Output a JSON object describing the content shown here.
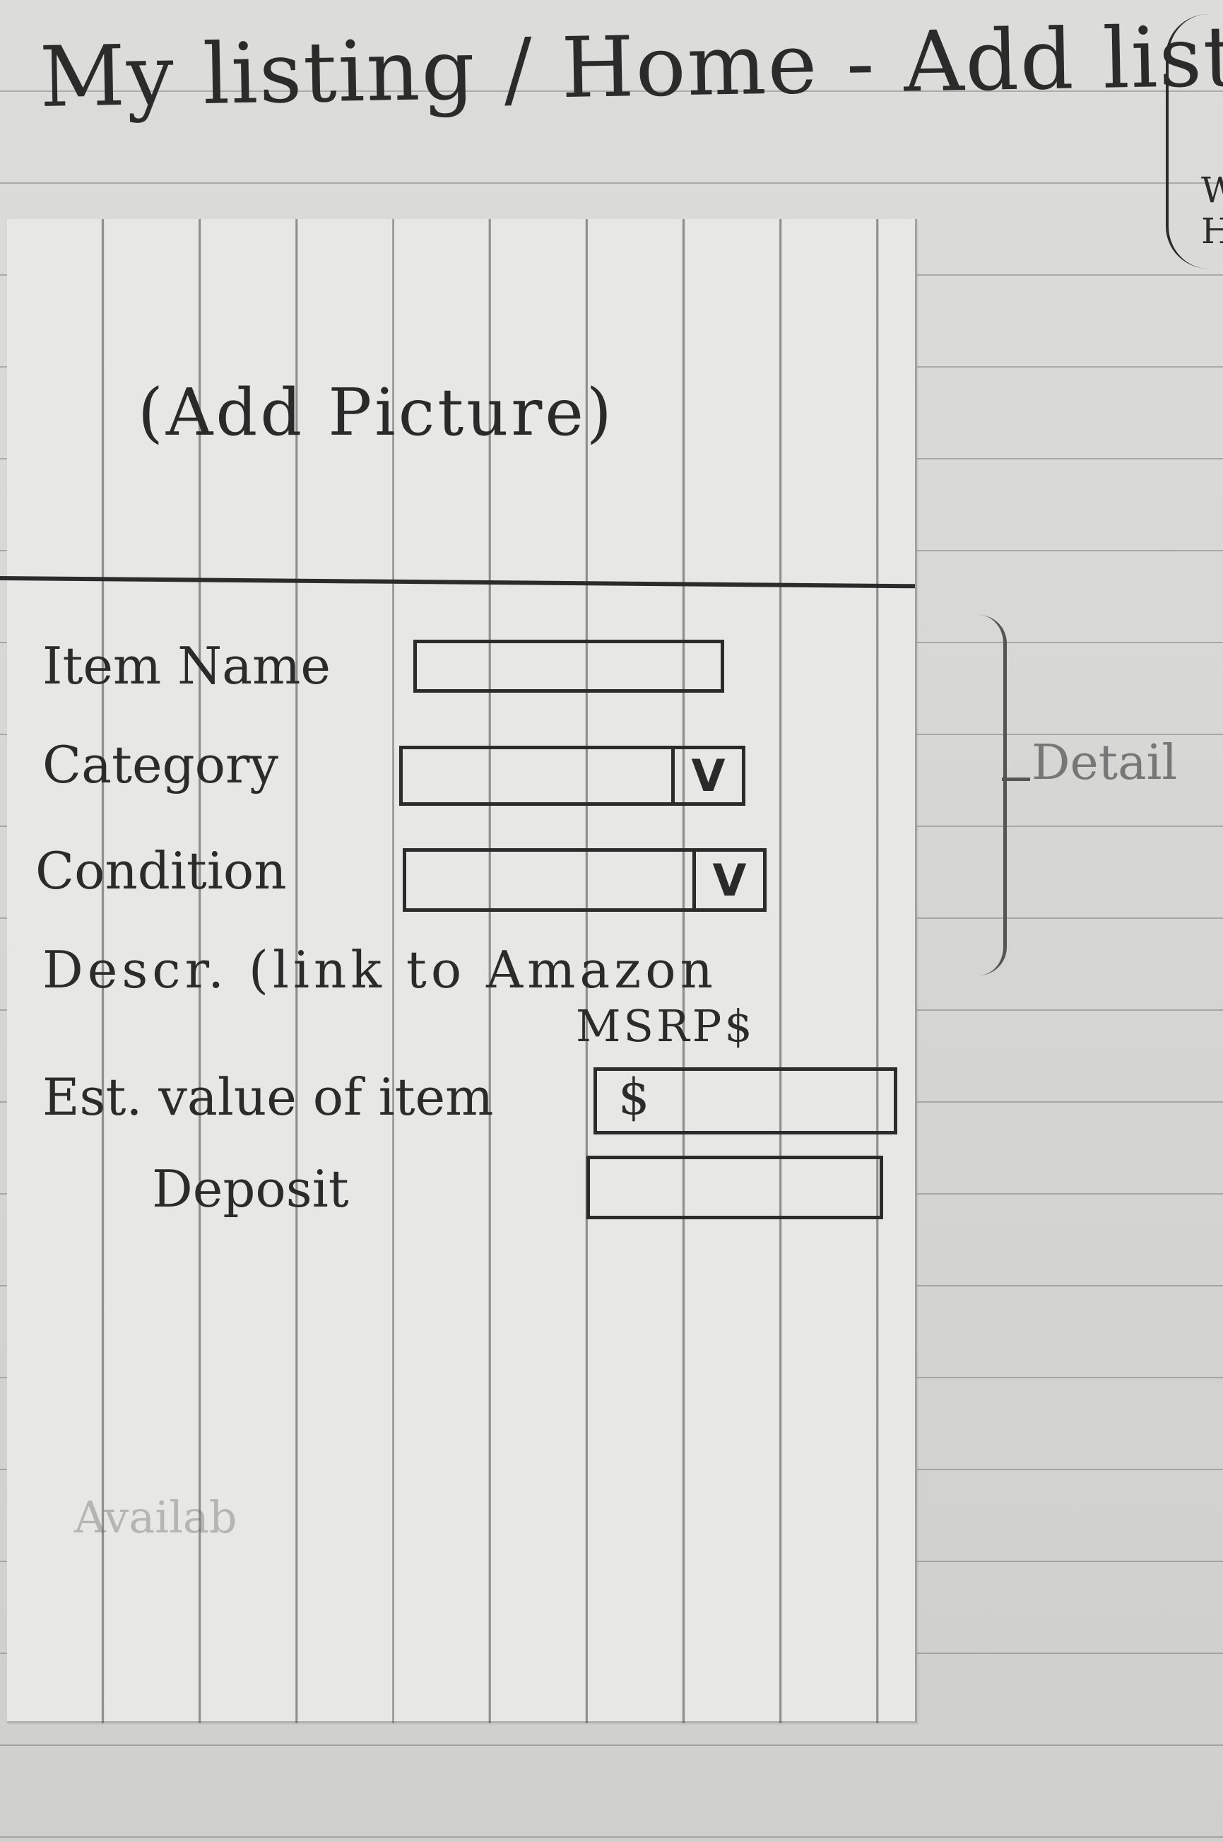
{
  "header": {
    "title": "My listing / Home - Add listing"
  },
  "side_note": {
    "text": "W\nH"
  },
  "form": {
    "add_picture_label": "(Add Picture)",
    "fields": {
      "item_name_label": "Item Name",
      "category_label": "Category",
      "condition_label": "Condition",
      "description_label": "Descr. (link to Amazon",
      "msrp_label": "MSRP$",
      "est_value_label": "Est. value of item",
      "est_value_prefix": "$",
      "deposit_label": "Deposit",
      "dropdown_glyph": "V"
    },
    "group_label": "Detail"
  },
  "faint_text": "Availab"
}
